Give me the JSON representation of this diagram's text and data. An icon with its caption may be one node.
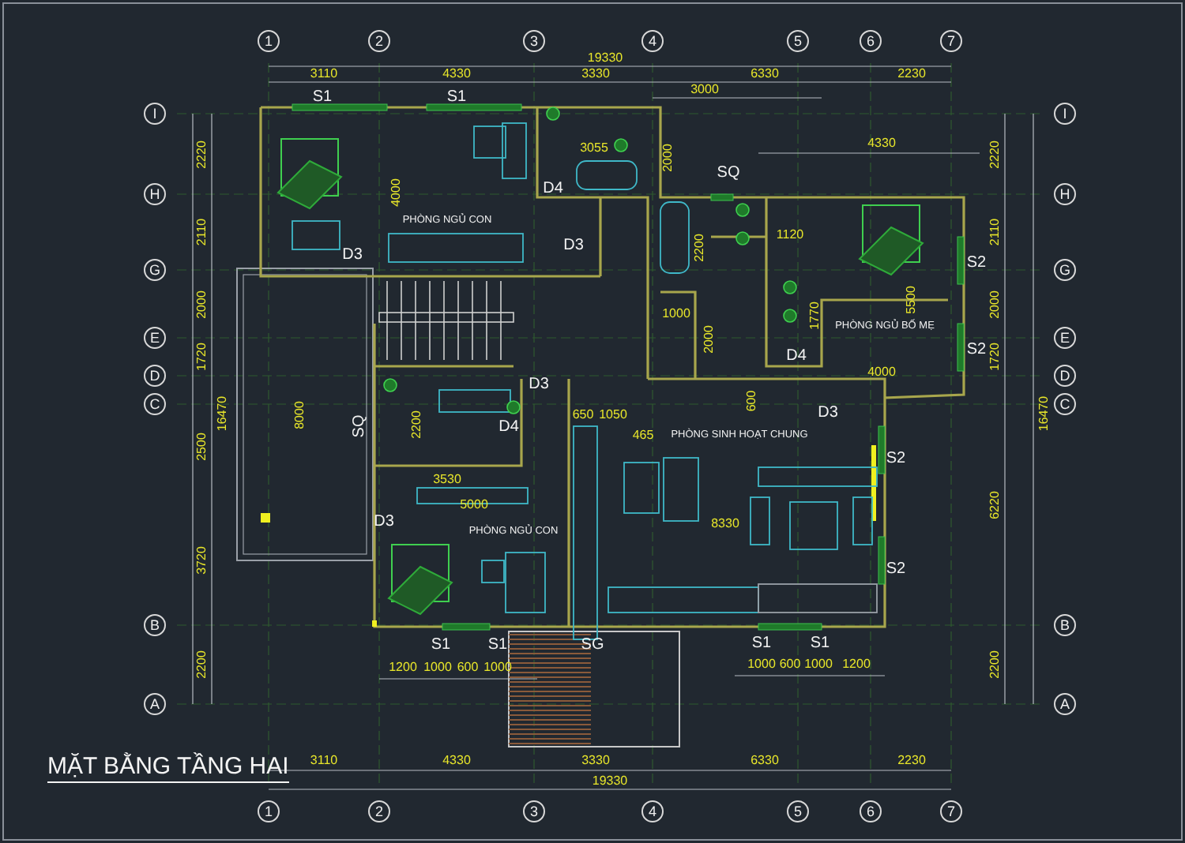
{
  "diagram": {
    "title": "MẶT BẰNG TẦNG HAI",
    "nodes": [
      {
        "text": [
          "PHÒNG NGỦ CON"
        ]
      },
      {
        "text": [
          "PHÒNG NGỦ BỐ MẸ"
        ]
      },
      {
        "text": [
          "PHÒNG SINH HOẠT CHUNG"
        ]
      },
      {
        "text": [
          "PHÒNG NGỦ CON"
        ]
      },
      {
        "text": [
          "1"
        ]
      },
      {
        "text": [
          "2"
        ]
      },
      {
        "text": [
          "3"
        ]
      },
      {
        "text": [
          "4"
        ]
      },
      {
        "text": [
          "5"
        ]
      },
      {
        "text": [
          "6"
        ]
      },
      {
        "text": [
          "7"
        ]
      },
      {
        "text": [
          "I"
        ]
      },
      {
        "text": [
          "I"
        ]
      },
      {
        "text": [
          "H"
        ]
      },
      {
        "text": [
          "H"
        ]
      },
      {
        "text": [
          "G"
        ]
      },
      {
        "text": [
          "G"
        ]
      },
      {
        "text": [
          "E"
        ]
      },
      {
        "text": [
          "E"
        ]
      },
      {
        "text": [
          "D"
        ]
      },
      {
        "text": [
          "D"
        ]
      },
      {
        "text": [
          "C"
        ]
      },
      {
        "text": [
          "C"
        ]
      },
      {
        "text": [
          "B"
        ]
      },
      {
        "text": [
          "B"
        ]
      },
      {
        "text": [
          "A"
        ]
      },
      {
        "text": [
          "A"
        ]
      },
      {
        "text": [
          "1"
        ]
      },
      {
        "text": [
          "2"
        ]
      },
      {
        "text": [
          "3"
        ]
      },
      {
        "text": [
          "4"
        ]
      },
      {
        "text": [
          "5"
        ]
      },
      {
        "text": [
          "6"
        ]
      },
      {
        "text": [
          "7"
        ]
      }
    ],
    "labels": [
      "19330",
      "3110",
      "4330",
      "3330",
      "6330",
      "2230",
      "S1",
      "S1",
      "3000",
      "3055",
      "2000",
      "4330",
      "SQ",
      "2220",
      "2220",
      "4000",
      "D4",
      "2110",
      "2110",
      "1120",
      "2200",
      "D3",
      "D3",
      "S2",
      "2000",
      "2000",
      "1770",
      "5500",
      "1000",
      "2000",
      "S2",
      "D4",
      "4000",
      "1720",
      "1720",
      "D3",
      "600",
      "16470",
      "8000",
      "16470",
      "SQ",
      "2200",
      "D4",
      "650",
      "1050",
      "465",
      "D3",
      "S2",
      "2500",
      "3530",
      "5000",
      "8330",
      "6220",
      "D3",
      "3720",
      "S2",
      "S1",
      "S1",
      "SG",
      "S1",
      "S1",
      "1200",
      "1000",
      "600",
      "1000",
      "1000",
      "600",
      "1000",
      "1200",
      "2200",
      "2200",
      "3110",
      "4330",
      "3330",
      "6330",
      "2230",
      "19330"
    ]
  }
}
